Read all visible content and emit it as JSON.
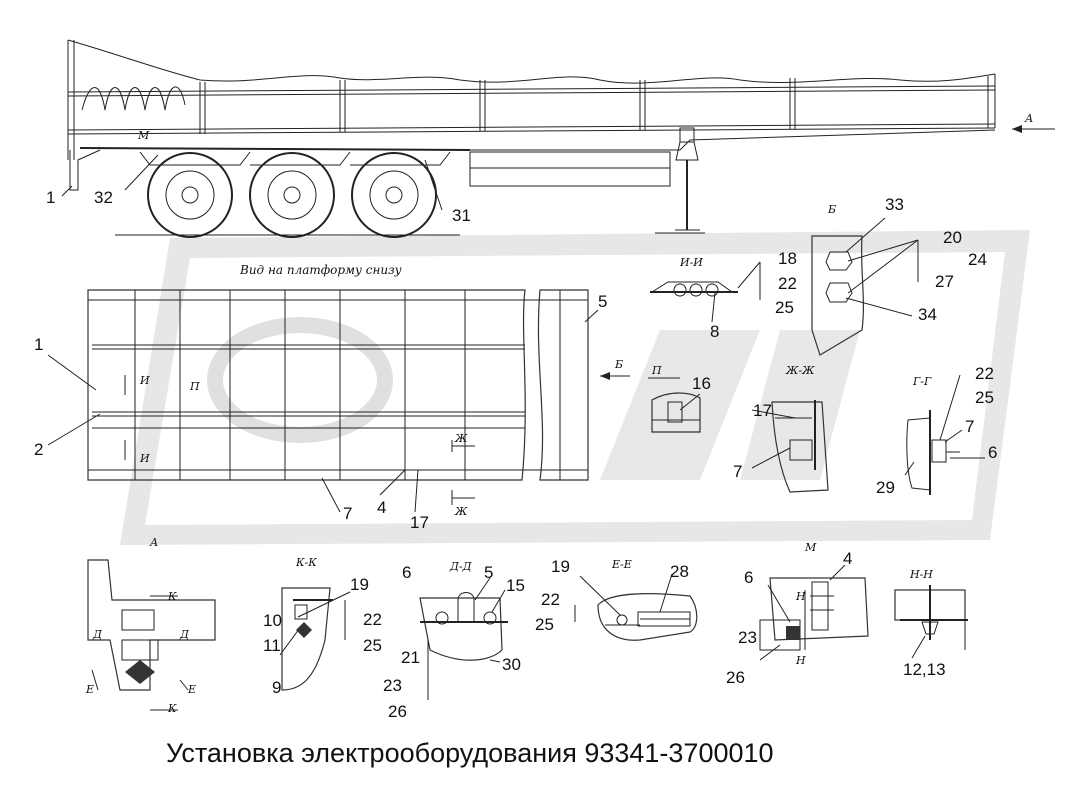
{
  "title": "Установка электрооборудования 93341-3700010",
  "view_caption": "Вид на платформу снизу",
  "section_labels": {
    "a": "А",
    "b": "Б",
    "ii": "И-И",
    "pp": "П",
    "zhzh": "Ж-Ж",
    "gg": "Г-Г",
    "kk": "К-К",
    "dd": "Д-Д",
    "ee": "Е-Е",
    "m": "М",
    "nn": "Н-Н"
  },
  "view_marks": {
    "a_arrow": "А",
    "m_mark": "М",
    "i_top": "И",
    "i_bottom": "И",
    "p_mark": "П",
    "b_arrow": "Б",
    "zh_top": "Ж",
    "zh_bottom": "Ж",
    "k_top": "К",
    "k_bottom": "К",
    "d_left": "Д",
    "d_right": "Д",
    "e_left": "Е",
    "e_right": "Е",
    "n_top": "Н",
    "n_bottom": "Н"
  },
  "callouts": {
    "c1_top": "1",
    "c32": "32",
    "c31": "31",
    "c33": "33",
    "c20": "20",
    "c24": "24",
    "c27": "27",
    "c34": "34",
    "c18": "18",
    "c22_ii": "22",
    "c25_ii": "25",
    "c8": "8",
    "c5": "5",
    "c1_plan": "1",
    "c2": "2",
    "c7_plan": "7",
    "c4_plan": "4",
    "c17_plan": "17",
    "c16": "16",
    "c17_zh": "17",
    "c7_zh": "7",
    "c22_gg": "22",
    "c25_gg": "25",
    "c7_gg": "7",
    "c6_gg": "6",
    "c29": "29",
    "c19_kk": "19",
    "c10": "10",
    "c22_kk": "22",
    "c11": "11",
    "c25_kk": "25",
    "c9": "9",
    "c6_dd": "6",
    "c5_dd": "5",
    "c15": "15",
    "c21": "21",
    "c23_dd": "23",
    "c26_dd": "26",
    "c30": "30",
    "c19_ee": "19",
    "c22_ee": "22",
    "c25_ee": "25",
    "c28": "28",
    "c6_m": "6",
    "c4_m": "4",
    "c23_m": "23",
    "c26_m": "26",
    "c1213": "12,13"
  }
}
